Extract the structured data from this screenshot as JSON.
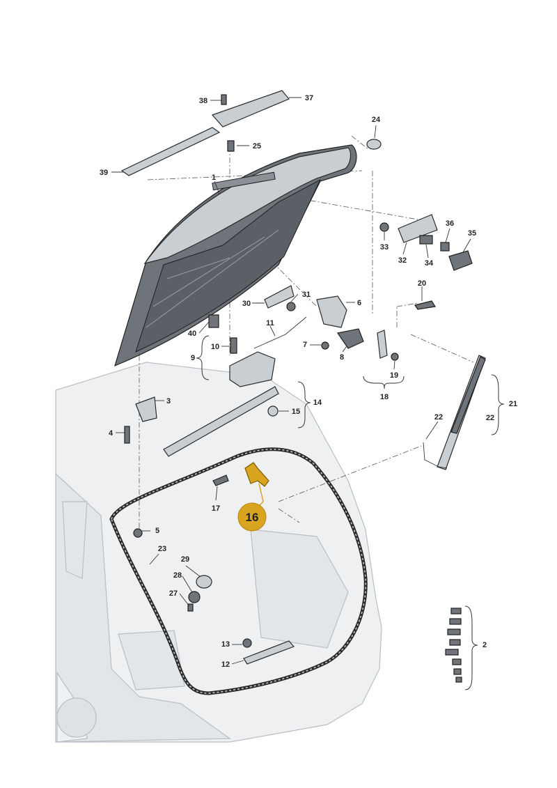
{
  "diagram": {
    "highlight_color": "#d9a520",
    "highlight_label": "16",
    "callouts": [
      "1",
      "2",
      "3",
      "4",
      "5",
      "6",
      "7",
      "8",
      "9",
      "10",
      "11",
      "12",
      "13",
      "14",
      "15",
      "17",
      "18",
      "19",
      "20",
      "21",
      "22",
      "22",
      "23",
      "24",
      "25",
      "27",
      "28",
      "29",
      "30",
      "31",
      "32",
      "33",
      "34",
      "35",
      "36",
      "37",
      "38",
      "39",
      "40"
    ]
  }
}
